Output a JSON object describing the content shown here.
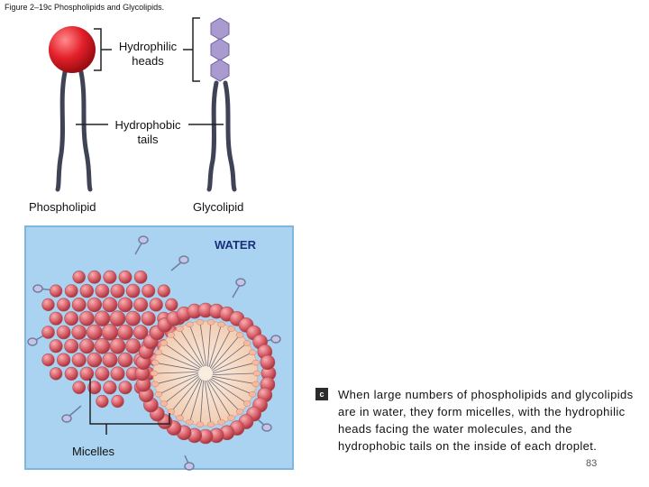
{
  "figure_title": "Figure 2–19c Phospholipids and Glycolipids.",
  "labels": {
    "hydrophilic": [
      "Hydrophilic",
      "heads"
    ],
    "hydrophobic": [
      "Hydrophobic",
      "tails"
    ],
    "phospholipid": "Phospholipid",
    "glycolipid": "Glycolipid",
    "water": "WATER",
    "micelles": "Micelles"
  },
  "panel_letter": "c",
  "caption": "When large numbers of phospholipids and glycolipids are in water, they form micelles, with the hydrophilic heads facing the water molecules, and the hydrophobic tails on the inside of each droplet.",
  "page_number": "83",
  "colors": {
    "water_bg": "#a9d3f0",
    "water_border": "#7fb6de",
    "head": "#e3202a",
    "tail": "#3e4456",
    "sugar": "#a99bd0",
    "micelle": "#d9606a",
    "micelle_core": "#f5d9c4"
  }
}
